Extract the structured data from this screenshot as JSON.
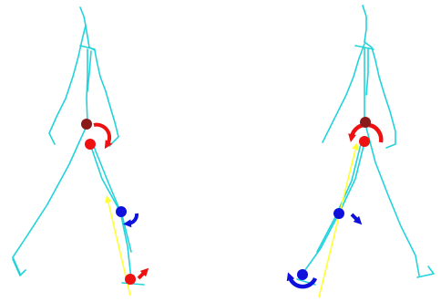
{
  "colors": {
    "background": "#ffffff",
    "skeleton": "#22d3dc",
    "force_vector": "#ffff33",
    "joint_red": "#ee1111",
    "joint_dark_red": "#8a1a1a",
    "joint_blue": "#1010dd",
    "moment_red": "#ee1111",
    "moment_blue": "#1010dd"
  },
  "figures": [
    {
      "name": "left-walking-figure",
      "joints": [
        {
          "name": "hip-joint-far",
          "color": "joint_dark_red"
        },
        {
          "name": "hip-joint-near",
          "color": "joint_red"
        },
        {
          "name": "knee-joint",
          "color": "joint_blue"
        },
        {
          "name": "ankle-joint",
          "color": "joint_red"
        }
      ]
    },
    {
      "name": "right-walking-figure",
      "joints": [
        {
          "name": "hip-joint-far",
          "color": "joint_dark_red"
        },
        {
          "name": "hip-joint-near",
          "color": "joint_red"
        },
        {
          "name": "knee-joint",
          "color": "joint_blue"
        },
        {
          "name": "ankle-joint",
          "color": "joint_blue"
        }
      ]
    }
  ]
}
